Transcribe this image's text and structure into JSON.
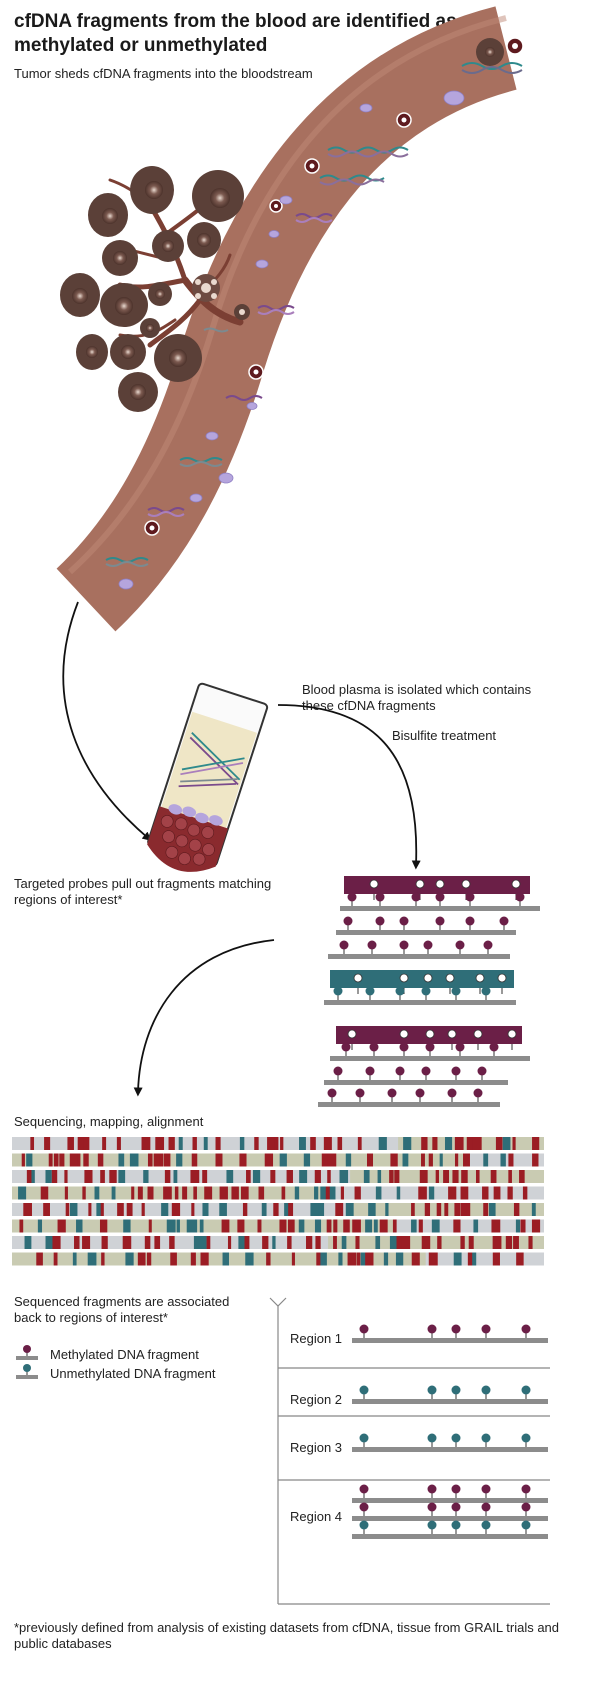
{
  "title": "cfDNA fragments from the blood are identified as methylated or unmethylated",
  "steps": {
    "tumor": "Tumor sheds cfDNA fragments into the bloodstream",
    "plasma": "Blood plasma is isolated which contains these cfDNA fragments",
    "bisulfite": "Bisulfite treatment",
    "probes": "Targeted probes pull out fragments matching regions of interest*",
    "sequencing": "Sequencing, mapping, alignment",
    "associated": "Sequenced fragments are associated back to regions of interest*"
  },
  "legend": {
    "methylated": "Methylated DNA fragment",
    "unmethylated": "Unmethylated DNA fragment"
  },
  "regions": [
    {
      "label": "Region 1"
    },
    {
      "label": "Region 2"
    },
    {
      "label": "Region 3"
    },
    {
      "label": "Region 4"
    }
  ],
  "footnote": "*previously defined from analysis of existing datasets from cfDNA, tissue from GRAIL trials and public databases",
  "colors": {
    "vessel": "#a8705f",
    "tumor": "#5b4038",
    "methylated": "#6b1f47",
    "unmethylated": "#2f6e78",
    "red_cell": "#8a2a2e",
    "plasma": "#efe6c6",
    "dna_strand": "#8c8c8c",
    "seq_gray": "#cfd2d6",
    "seq_olive": "#c9cbb2",
    "seq_red": "#9b1d24",
    "seq_teal": "#2f6e78"
  }
}
